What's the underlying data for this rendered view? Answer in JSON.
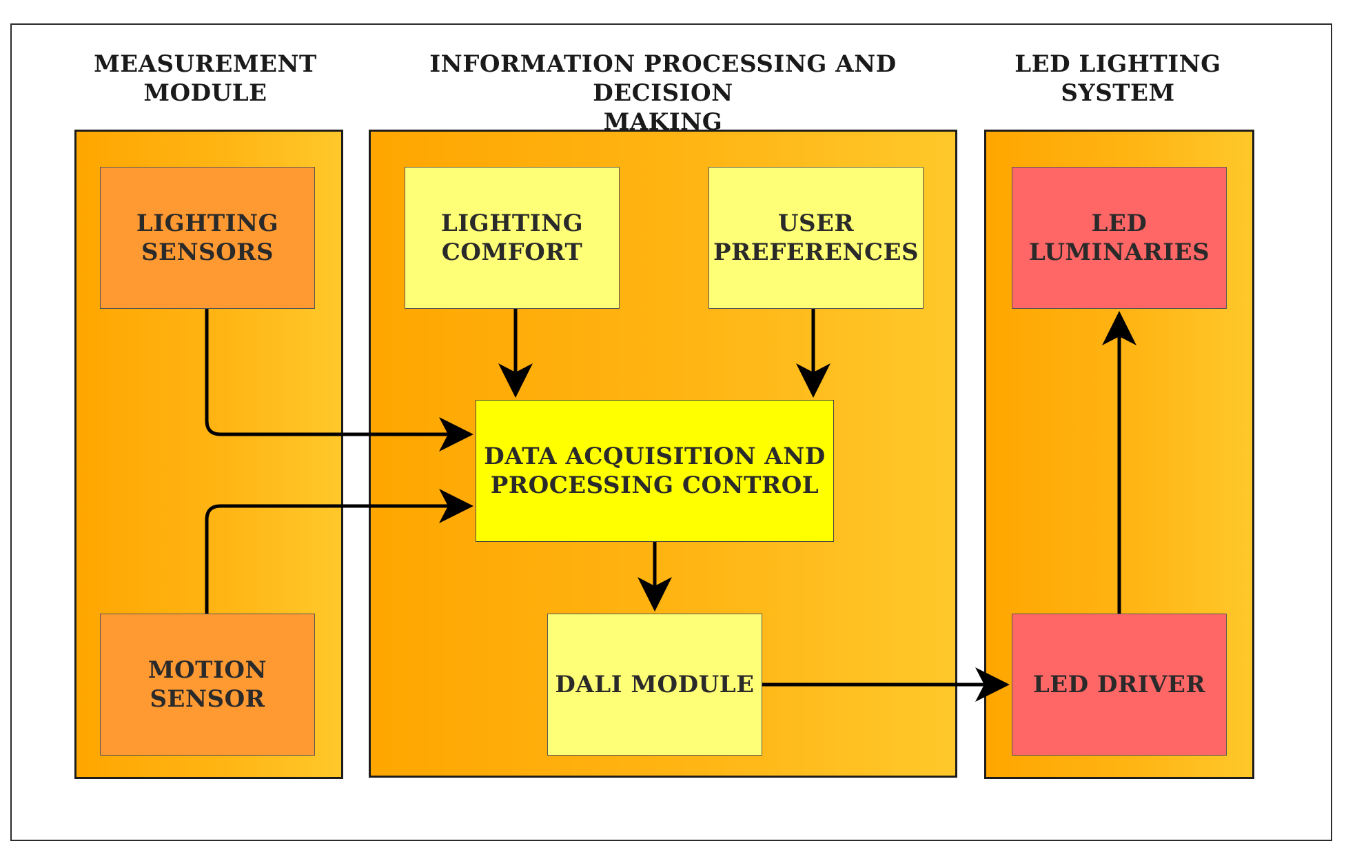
{
  "sections": {
    "measurement": {
      "title_line1": "MEASUREMENT",
      "title_line2": "MODULE"
    },
    "processing": {
      "title_line1": "INFORMATION PROCESSING AND DECISION",
      "title_line2": "MAKING"
    },
    "led_system": {
      "title_line1": "LED LIGHTING",
      "title_line2": "SYSTEM"
    }
  },
  "nodes": {
    "lighting_sensors": {
      "line1": "LIGHTING",
      "line2": "SENSORS"
    },
    "motion_sensor": {
      "line1": "MOTION",
      "line2": "SENSOR"
    },
    "lighting_comfort": {
      "line1": "LIGHTING",
      "line2": "COMFORT"
    },
    "user_preferences": {
      "line1": "USER",
      "line2": "PREFERENCES"
    },
    "data_acquisition": {
      "line1": "DATA ACQUISITION AND",
      "line2": "PROCESSING CONTROL"
    },
    "dali_module": {
      "line1": "DALI MODULE"
    },
    "led_luminaries": {
      "line1": "LED",
      "line2": "LUMINARIES"
    },
    "led_driver": {
      "line1": "LED DRIVER"
    }
  },
  "edges": [
    {
      "from": "lighting_sensors",
      "to": "data_acquisition"
    },
    {
      "from": "motion_sensor",
      "to": "data_acquisition"
    },
    {
      "from": "lighting_comfort",
      "to": "data_acquisition"
    },
    {
      "from": "user_preferences",
      "to": "data_acquisition"
    },
    {
      "from": "data_acquisition",
      "to": "dali_module"
    },
    {
      "from": "dali_module",
      "to": "led_driver"
    },
    {
      "from": "led_driver",
      "to": "led_luminaries"
    }
  ],
  "colors": {
    "panel_gradient_start": "#ffa600",
    "panel_gradient_end": "#ffc82a",
    "sensor_box": "#ff9a33",
    "info_box": "#ffff77",
    "core_box": "#ffff00",
    "led_box": "#ff6666",
    "arrow": "#000000"
  }
}
